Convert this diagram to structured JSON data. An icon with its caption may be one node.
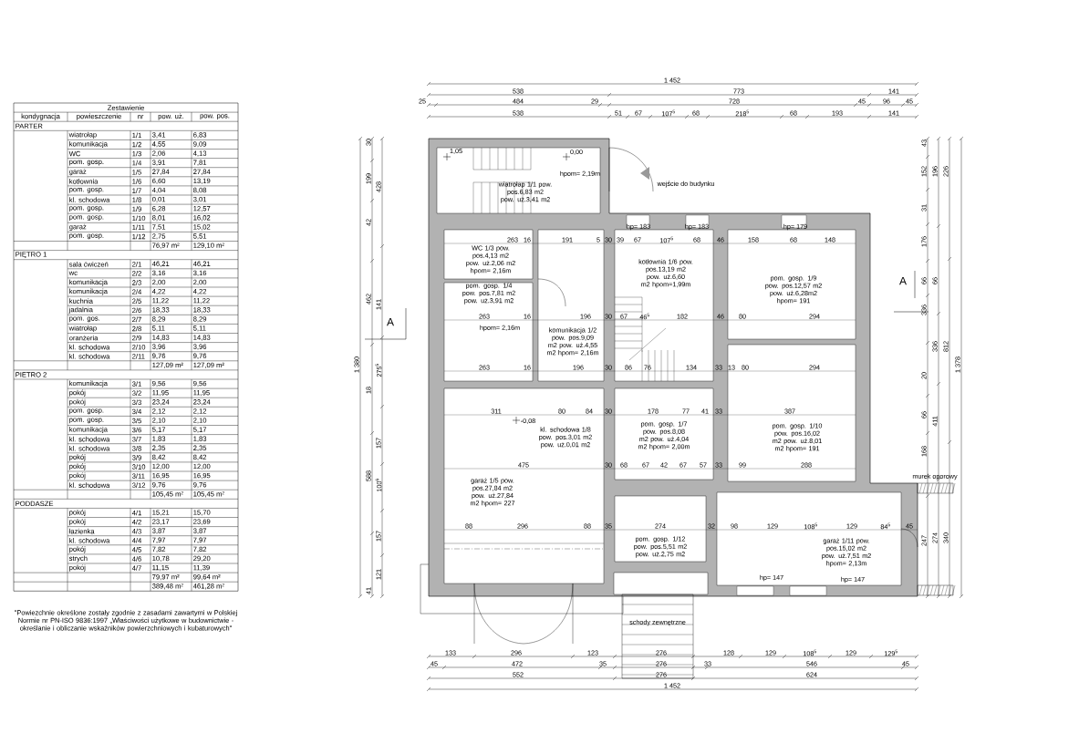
{
  "diagram": {
    "labels": [
      "Zestawienie",
      "kondygnacja",
      "powieszczenie",
      "nr",
      "pow. uż.",
      "pow. pos.",
      "PARTER",
      "wiatrołap",
      "1/1",
      "3,41",
      "6,83",
      "komunikacja",
      "1/2",
      "4,55",
      "9,09",
      "WC",
      "1/3",
      "2,06",
      "4,13",
      "pom. gosp.",
      "1/4",
      "3,91",
      "7,81",
      "garaż",
      "1/5",
      "27,84",
      "27,84",
      "kotłownia",
      "1/6",
      "6,60",
      "13,19",
      "pom. gosp.",
      "1/7",
      "4,04",
      "8,08",
      "kl. schodowa",
      "1/8",
      "0,01",
      "3,01",
      "pom. gosp.",
      "1/9",
      "6,28",
      "12,57",
      "pom. gosp.",
      "1/10",
      "8,01",
      "16,02",
      "garaż",
      "1/11",
      "7,51",
      "15,02",
      "pom. gosp.",
      "1/12",
      "2,75",
      "5,51",
      "76,97 m²",
      "129,10 m²",
      "PIĘTRO 1",
      "sala ćwiczeń",
      "2/1",
      "46,21",
      "46,21",
      "wc",
      "2/2",
      "3,16",
      "3,16",
      "komunikacja",
      "2/3",
      "2,00",
      "2,00",
      "komunikacja",
      "2/4",
      "4,22",
      "4,22",
      "kuchnia",
      "2/5",
      "11,22",
      "11,22",
      "jadalnia",
      "2/6",
      "18,33",
      "18,33",
      "pom. gos.",
      "2/7",
      "8,29",
      "8,29",
      "wiatrołap",
      "2/8",
      "5,11",
      "5,11",
      "oranżeria",
      "2/9",
      "14,83",
      "14,83",
      "kl. schodowa",
      "2/10",
      "3,96",
      "3,96",
      "kl. schodowa",
      "2/11",
      "9,76",
      "9,76",
      "127,09 m²",
      "127,09 m²",
      "PIETRO 2",
      "komunikacja",
      "3/1",
      "9,56",
      "9,56",
      "pokój",
      "3/2",
      "11,95",
      "11,95",
      "pokój",
      "3/3",
      "23,24",
      "23,24",
      "pom. gosp.",
      "3/4",
      "2,12",
      "2,12",
      "pom. gosp.",
      "3/5",
      "2,10",
      "2,10",
      "komunikacja",
      "3/6",
      "5,17",
      "5,17",
      "kl. schodowa",
      "3/7",
      "1,83",
      "1,83",
      "kl. schodowa",
      "3/8",
      "2,35",
      "2,35",
      "pokój",
      "3/9",
      "8,42",
      "8,42",
      "pokój",
      "3/10",
      "12,00",
      "12,00",
      "pokój",
      "3/11",
      "16,95",
      "16,95",
      "kl. schodowa",
      "3/12",
      "9,76",
      "9,76",
      "105,45 m²",
      "105,45 m²",
      "PODDASZE",
      "pokój",
      "4/1",
      "15,21",
      "15,70",
      "pokój",
      "4/2",
      "23,17",
      "23,69",
      "łazienka",
      "4/3",
      "3,87",
      "3,87",
      "kl. schodowa",
      "4/4",
      "7,97",
      "7,97",
      "pokój",
      "4/5",
      "7,82",
      "7,82",
      "strych",
      "4/6",
      "10,78",
      "29,20",
      "pokój",
      "4/7",
      "11,15",
      "11,39",
      "79,97 m²",
      "99,64 m²",
      "389,48 m²",
      "461,28 m²",
      "\"Powiezchnie określone zostały zgodnie z zasadami zawartymi w Polskiej Normie nr PN-ISO 9836:1997 „Właściwości użytkowe w budownictwie - określanie i obliczanie wskaźników powierzchniowych i kubaturowych\"",
      "1 452",
      "538",
      "773",
      "141",
      "25",
      "484",
      "29",
      "728",
      "45",
      "96",
      "45",
      "538",
      "51",
      "67",
      "107$^{5}$",
      "68",
      "218$^{5}$",
      "68",
      "193",
      "141",
      "133",
      "296",
      "123",
      "276",
      "128",
      "129",
      "108$^{5}$",
      "129",
      "129$^{5}$",
      "45",
      "472",
      "35",
      "276",
      "33",
      "546",
      "45",
      "552",
      "276",
      "624",
      "1 452",
      "30",
      "199",
      "42",
      "462",
      "18",
      "588",
      "41",
      "428",
      "141",
      "275$^{5}$",
      "157",
      "100$^{6}$",
      "157",
      "121",
      "1 380",
      "43",
      "152",
      "31",
      "176",
      "66",
      "336",
      "20",
      "66",
      "168",
      "247",
      "196",
      "66",
      "336",
      "411",
      "274",
      "226",
      "812",
      "340",
      "1 378",
      "263",
      "16",
      "191",
      "5",
      "30",
      "39",
      "67",
      "107$^{5}$",
      "68",
      "46",
      "158",
      "68",
      "148",
      "263",
      "16",
      "196",
      "30",
      "67",
      "46$^{5}$",
      "182",
      "46",
      "80",
      "294",
      "263",
      "16",
      "196",
      "30",
      "86",
      "76",
      "134",
      "33",
      "13",
      "80",
      "294",
      "311",
      "80",
      "84",
      "30",
      "178",
      "77",
      "41",
      "33",
      "387",
      "475",
      "30",
      "68",
      "67",
      "42",
      "67",
      "57",
      "33",
      "99",
      "288",
      "88",
      "296",
      "88",
      "35",
      "274",
      "32",
      "98",
      "129",
      "108$^{5}$",
      "129",
      "84$^{5}$",
      "45",
      "hp= 183",
      "hp= 183",
      "hp= 179",
      "hp= 147",
      "hp= 147",
      "wiatrołap 1/1 pow. pos.6,83 m2 pow. uż.3,41 m2",
      "WC 1/3 pow. pos.4,13 m2 pow. uż.2,06 m2 hpom= 2,16m",
      "pom. gosp. 1/4 pow. pos.7,81 m2 pow. uż.3,91 m2",
      "komunikacja 1/2 pow. pos.9,09 m2 pow. uż.4,55 m2 hpom= 2,16m",
      "kotłownia 1/6 pow. pos.13,19 m2 pow. uż.6,60 m2 hpom=1,99m",
      "pom. gosp. 1/9 pow. pos.12,57 m2 pow. uż.6,28m2 hpom= 191",
      "garaż 1/5 pow. pos.27,84 m2 pow. uż.27,84 m2 hpom= 227",
      "kl. schodowa 1/8 pow. pos.3,01 m2 pow. uż.0,01 m2",
      "pom. gosp. 1/7 pow. pos.8,08 m2 pow. uż.4,04 m2 hpom= 2,00m",
      "pom. gosp. 1/10 pow. pos.16,02 m2 pow. uż.8,01 m2 hpom= 191",
      "pom. gosp. 1/12 pow. pos.5,51 m2 pow. uż.2,75 m2",
      "garaż 1/11 pow. pos.15,02 m2 pow. uż.7,51 m2 hpom= 2,13m",
      "1,05",
      "0,00",
      "-0,08",
      "hpom= 2,19m",
      "hpom= 2,16m",
      "wejście do budynku",
      "schody zewnętrzne",
      "murek oporowy",
      "A",
      "A"
    ]
  }
}
